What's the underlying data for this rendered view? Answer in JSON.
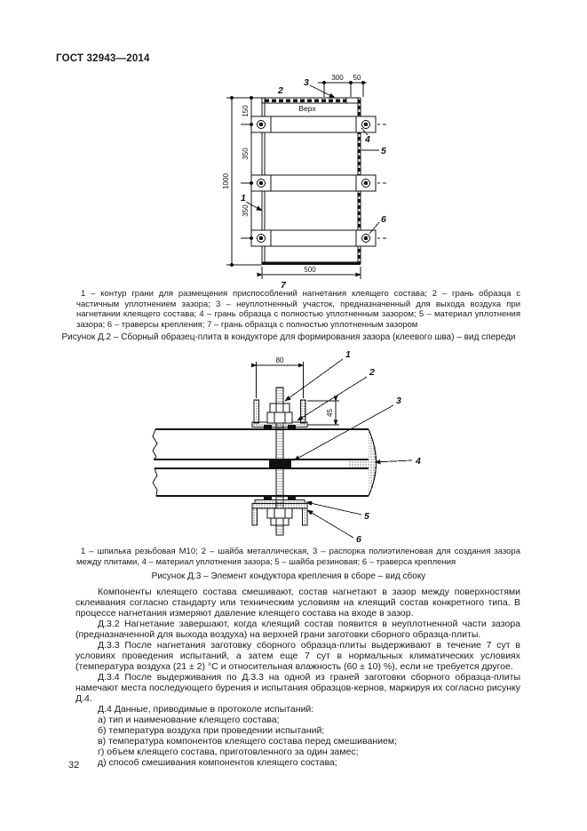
{
  "page": {
    "header": "ГОСТ 32943—2014",
    "page_number": "32"
  },
  "figure_d2": {
    "direction_label": "Верх",
    "labels": {
      "n1": "1",
      "n2": "2",
      "n3": "3",
      "n4": "4",
      "n5": "5",
      "n6": "6",
      "n7": "7"
    },
    "dims": {
      "top_300": "300",
      "top_50": "50",
      "left_150": "150",
      "left_350a": "350",
      "left_350b": "350",
      "left_1000": "1000",
      "bottom_500": "500"
    },
    "legend": "1 – контур грани для размещения приспособлений нагнетания клеящего состава; 2 – грань образца с частичным уплотнением зазора; 3 – неуплотненный участок, предназначенный для выхода воздуха при нагнетании клеящего состава; 4 – грань образца с полностью уплотненным зазором; 5 – материал уплотнения зазора; 6 – траверсы крепления; 7 – грань образца с полностью уплотненным зазором",
    "caption": "Рисунок Д.2 – Сборный образец-плита в кондукторе для формирования зазора (клеевого шва) – вид спереди"
  },
  "figure_d3": {
    "labels": {
      "n1": "1",
      "n2": "2",
      "n3": "3",
      "n4": "4",
      "n5": "5",
      "n6": "6"
    },
    "dims": {
      "top_80": "80",
      "right_45": "45"
    },
    "legend": "1 – шпилька резьбовая М10; 2 – шайба металлическая, 3 – распорка полиэтиленовая для создания зазора между плитами, 4 – материал уплотнения зазора; 5 – шайба резиновая; 6 – траверса крепления",
    "caption": "Рисунок Д.3 – Элемент кондуктора крепления в сборе – вид сбоку"
  },
  "body": {
    "p1": "Компоненты клеящего состава смешивают, состав нагнетают в зазор между поверхностями склеивания согласно стандарту или техническим условиям на клеящий состав конкретного типа. В процессе нагнетания измеряют давление клеящего состава на входе в зазор.",
    "p2": "Д.3.2 Нагнетание завершают, когда клеящий состав появится в неуплотненной части зазора (предназначенной для выхода воздуха) на верхней грани заготовки сборного образца-плиты.",
    "p3": "Д.3.3 После нагнетания заготовку сборного образца-плиты выдерживают в течение 7 сут в условиях проведения испытаний, а затем еще 7 сут в нормальных климатических условиях (температура воздуха (21 ± 2) °С и относительная влажность (60 ± 10) %), если не требуется другое.",
    "p4": "Д.3.4 После выдерживания по Д.3.3 на одной из граней заготовки сборного образца-плиты намечают места последующего бурения и испытания образцов-кернов, маркируя их согласно рисунку Д.4.",
    "p5": "Д.4 Данные, приводимые в протоколе испытаний:",
    "items": [
      "а) тип и наименование клеящего состава;",
      "б) температура воздуха при проведении испытаний;",
      "в) температура компонентов клеящего состава перед смешиванием;",
      "г) объем клеящего состава, приготовленного за один замес;",
      "д) способ смешивания компонентов клеящего состава;"
    ]
  }
}
